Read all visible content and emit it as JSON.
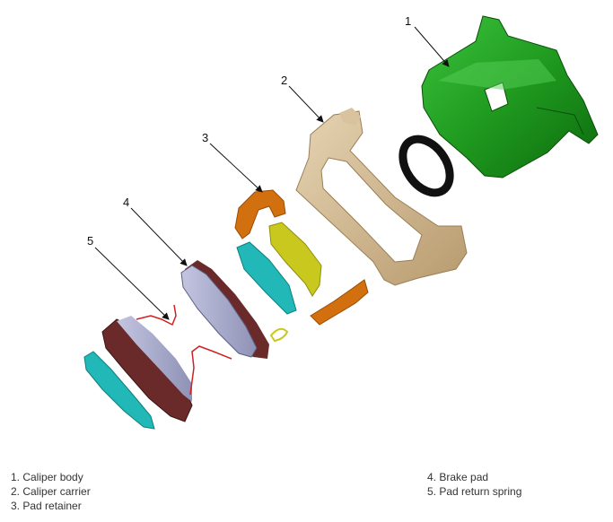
{
  "callouts": [
    "1",
    "2",
    "3",
    "4",
    "5"
  ],
  "legend": {
    "left": [
      "1. Caliper body",
      "2. Caliper carrier",
      "3. Pad retainer"
    ],
    "right": [
      "4. Brake pad",
      "5. Pad return spring"
    ]
  },
  "colors": {
    "caliper_body": "#1f9a1f",
    "caliper_carrier": "#cdb48f",
    "seal_ring": "#111111",
    "pad_retainer": "#d2700f",
    "brake_pad_backing": "#6b2a2a",
    "brake_pad_friction": "#a3a6c8",
    "shim": "#22b8b8",
    "clip": "#c8c81e",
    "spring": "#cc2222"
  }
}
